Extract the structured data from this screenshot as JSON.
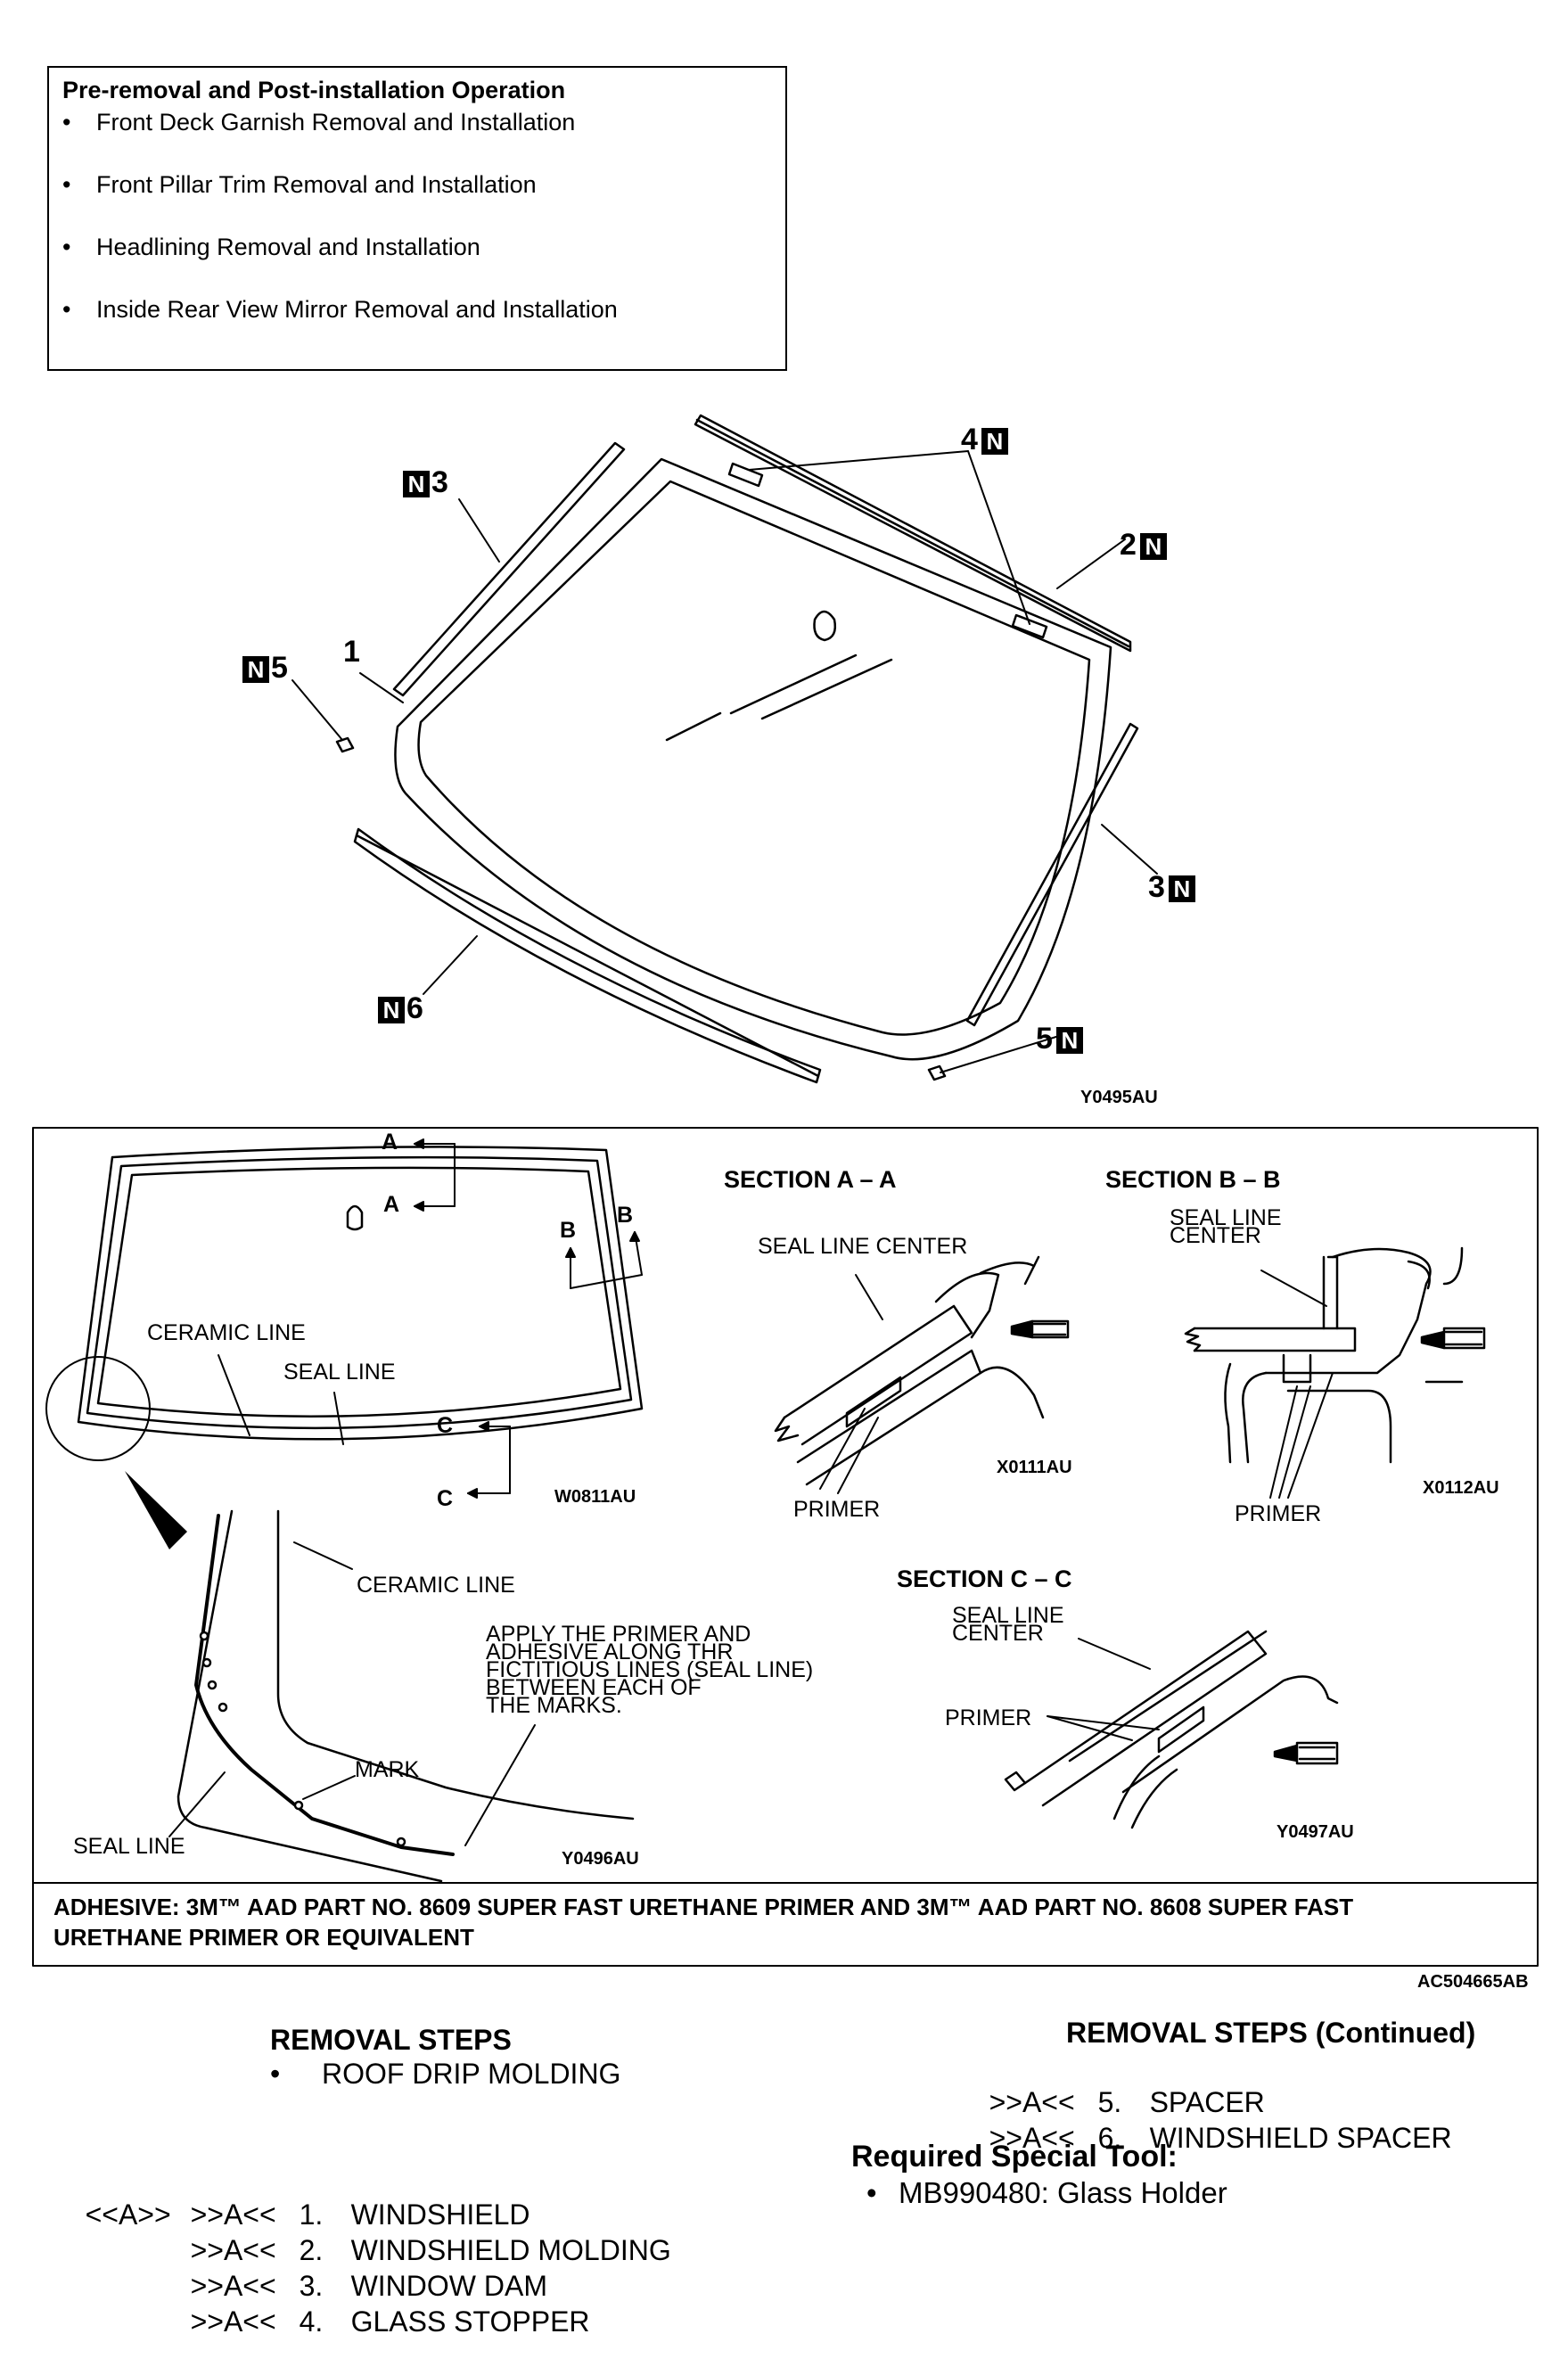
{
  "preop": {
    "title": "Pre-removal and Post-installation Operation",
    "items": [
      "Front Deck Garnish Removal and Installation",
      "Front Pillar Trim Removal and Installation",
      "Headlining Removal and Installation",
      "Inside Rear View Mirror Removal and Installation"
    ]
  },
  "diagram1": {
    "callouts": {
      "c4": "4",
      "n3": "3",
      "c2": "2",
      "c1": "1",
      "n5": "5",
      "c3": "3",
      "n6": "6",
      "c5": "5"
    },
    "badge_letter": "N",
    "ref": "Y0495AU"
  },
  "diagram2": {
    "marks": {
      "a": "A",
      "b": "B",
      "c": "C"
    },
    "main": {
      "ceramic_line": "CERAMIC LINE",
      "seal_line": "SEAL LINE",
      "ref": "W0811AU"
    },
    "detail": {
      "ceramic_line": "CERAMIC LINE",
      "apply_note": "APPLY THE PRIMER AND\nADHESIVE ALONG THR\nFICTITIOUS LINES (SEAL LINE)\nBETWEEN EACH OF\nTHE MARKS.",
      "mark": "MARK",
      "seal_line": "SEAL LINE",
      "ref": "Y0496AU"
    },
    "section_aa": {
      "title": "SECTION A – A",
      "seal_center": "SEAL LINE CENTER",
      "primer": "PRIMER",
      "ref": "X0111AU"
    },
    "section_bb": {
      "title": "SECTION B – B",
      "seal_center": "SEAL LINE\nCENTER",
      "primer": "PRIMER",
      "ref": "X0112AU"
    },
    "section_cc": {
      "title": "SECTION C – C",
      "seal_center": "SEAL LINE\nCENTER",
      "primer": "PRIMER",
      "ref": "Y0497AU"
    },
    "adhesive": "ADHESIVE: 3M™ AAD PART NO. 8609 SUPER FAST URETHANE PRIMER AND 3M™ AAD PART NO. 8608 SUPER FAST\nURETHANE PRIMER OR EQUIVALENT"
  },
  "figure_ref": "AC504665AB",
  "removal": {
    "title": "REMOVAL STEPS",
    "pre_step": "ROOF DRIP MOLDING",
    "steps": [
      {
        "lead": "<<A>>",
        "tag": ">>A<<",
        "num": "1.",
        "label": "WINDSHIELD"
      },
      {
        "lead": "",
        "tag": ">>A<<",
        "num": "2.",
        "label": "WINDSHIELD MOLDING"
      },
      {
        "lead": "",
        "tag": ">>A<<",
        "num": "3.",
        "label": "WINDOW DAM"
      },
      {
        "lead": "",
        "tag": ">>A<<",
        "num": "4.",
        "label": "GLASS STOPPER"
      }
    ]
  },
  "removal_cont": {
    "title": "REMOVAL STEPS (Continued)",
    "steps": [
      {
        "tag": ">>A<<",
        "num": "5.",
        "label": "SPACER"
      },
      {
        "tag": ">>A<<",
        "num": "6.",
        "label": "WINDSHIELD SPACER"
      }
    ]
  },
  "tool": {
    "title": "Required Special Tool:",
    "item": "MB990480: Glass Holder"
  }
}
